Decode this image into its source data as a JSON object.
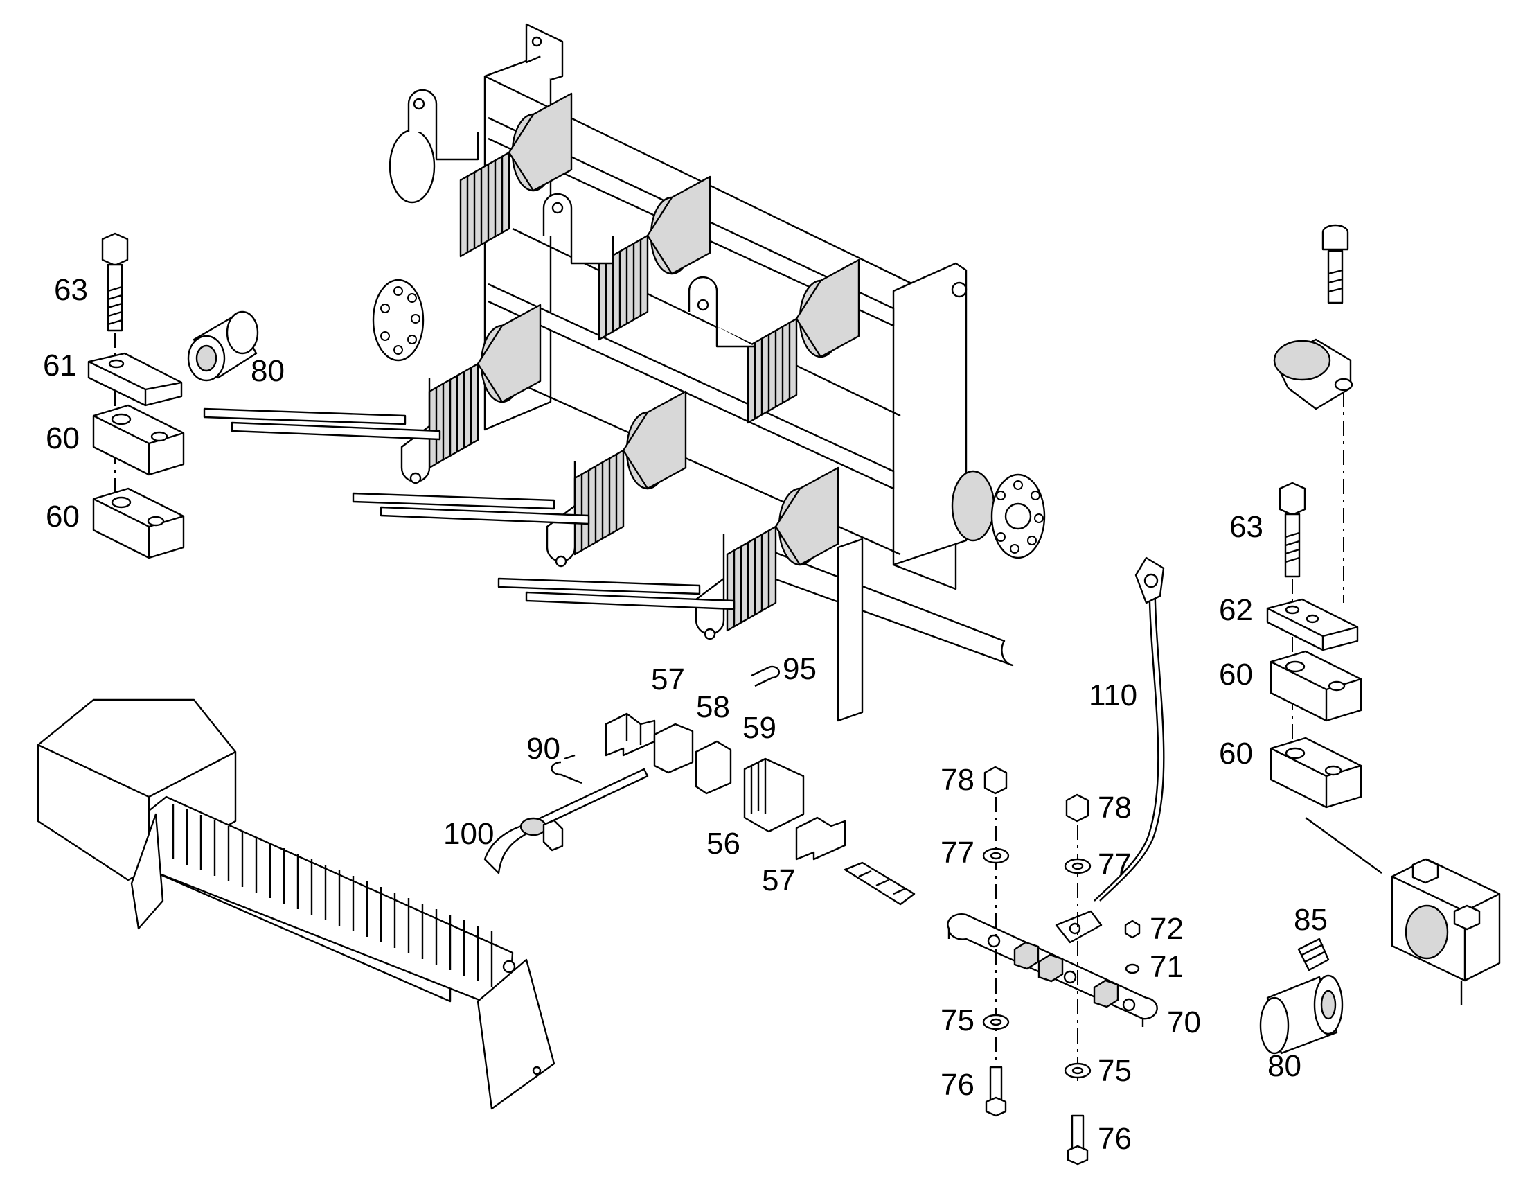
{
  "callouts": [
    {
      "id": "c63a",
      "text": "63"
    },
    {
      "id": "c61",
      "text": "61"
    },
    {
      "id": "c80a",
      "text": "80"
    },
    {
      "id": "c60a",
      "text": "60"
    },
    {
      "id": "c60b",
      "text": "60"
    },
    {
      "id": "c63b",
      "text": "63"
    },
    {
      "id": "c62",
      "text": "62"
    },
    {
      "id": "c60c",
      "text": "60"
    },
    {
      "id": "c60d",
      "text": "60"
    },
    {
      "id": "c95",
      "text": "95"
    },
    {
      "id": "c57a",
      "text": "57"
    },
    {
      "id": "c58",
      "text": "58"
    },
    {
      "id": "c59",
      "text": "59"
    },
    {
      "id": "c90",
      "text": "90"
    },
    {
      "id": "c100",
      "text": "100"
    },
    {
      "id": "c56",
      "text": "56"
    },
    {
      "id": "c57b",
      "text": "57"
    },
    {
      "id": "c110",
      "text": "110"
    },
    {
      "id": "c78a",
      "text": "78"
    },
    {
      "id": "c78b",
      "text": "78"
    },
    {
      "id": "c77a",
      "text": "77"
    },
    {
      "id": "c77b",
      "text": "77"
    },
    {
      "id": "c72",
      "text": "72"
    },
    {
      "id": "c71",
      "text": "71"
    },
    {
      "id": "c85",
      "text": "85"
    },
    {
      "id": "c75a",
      "text": "75"
    },
    {
      "id": "c70",
      "text": "70"
    },
    {
      "id": "c75b",
      "text": "75"
    },
    {
      "id": "c80b",
      "text": "80"
    },
    {
      "id": "c76a",
      "text": "76"
    },
    {
      "id": "c76b",
      "text": "76"
    }
  ]
}
